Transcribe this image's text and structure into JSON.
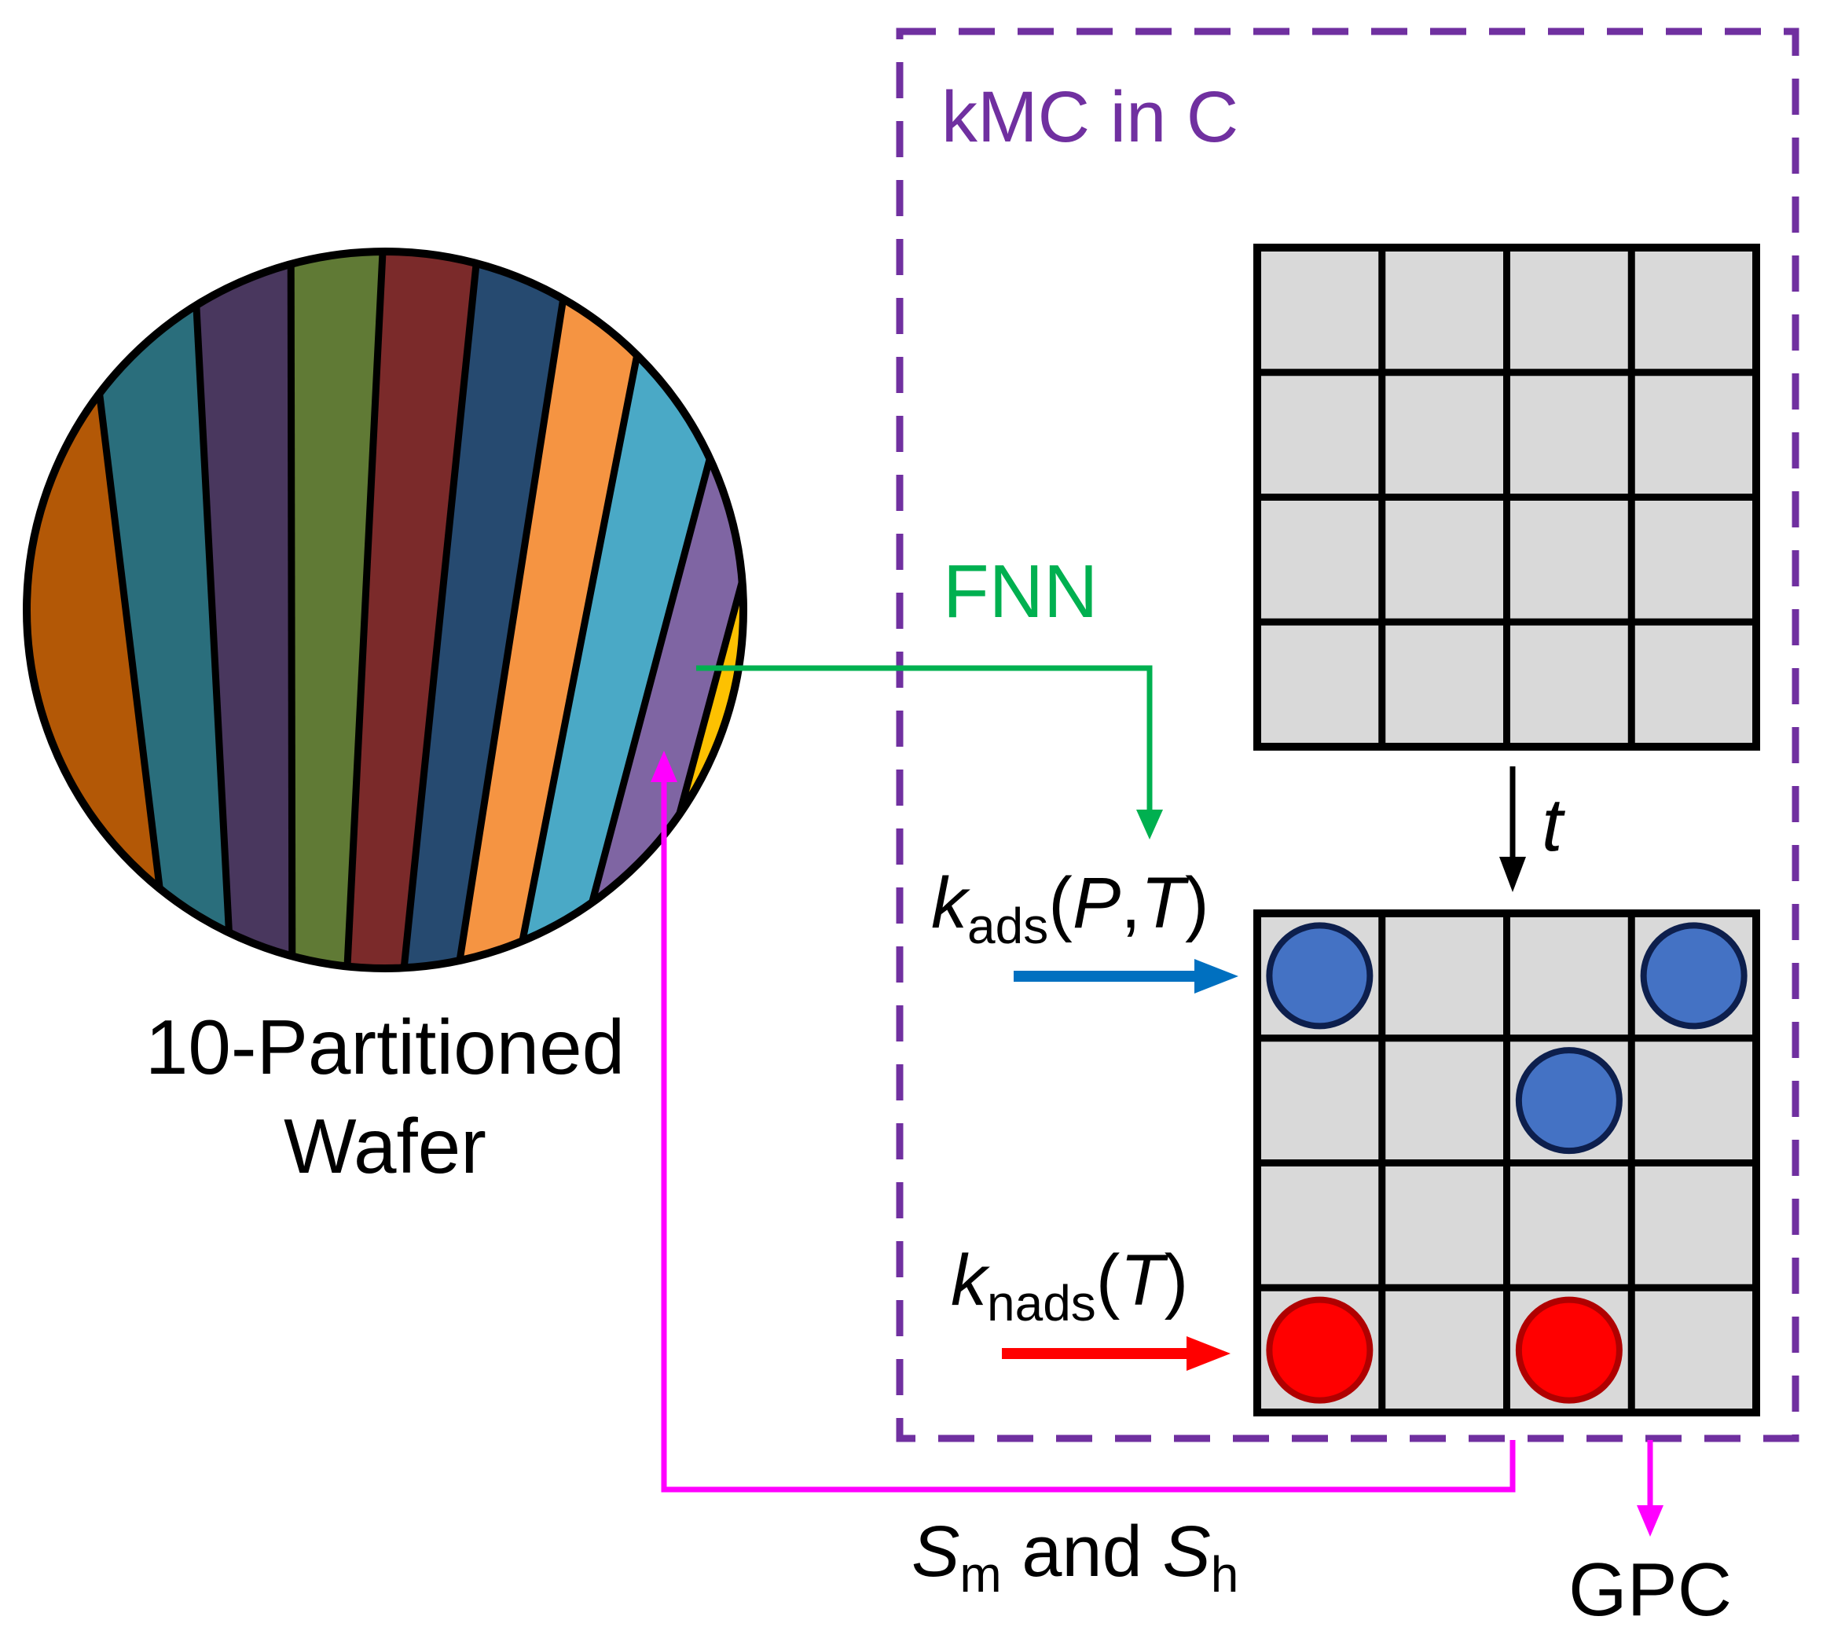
{
  "box_title": "kMC in C",
  "wafer_label_line1": "10-Partitioned",
  "wafer_label_line2": "Wafer",
  "fnn_label": "FNN",
  "time_label": "t",
  "kads": {
    "k": "k",
    "sub": "ads",
    "open": "(",
    "p": "P",
    "comma": ",",
    "t": "T",
    "close": ")"
  },
  "knads": {
    "k": "k",
    "sub": "nads",
    "open": "(",
    "t": "T",
    "close": ")"
  },
  "feedback": {
    "s1": "S",
    "sub1": "m",
    "mid": " and ",
    "s2": "S",
    "sub2": "h"
  },
  "gpc_label": "GPC",
  "wafer_partition_colors": [
    "#b35806",
    "#2a6e7c",
    "#49375e",
    "#607a35",
    "#7b2a2a",
    "#264a70",
    "#f59442",
    "#4aa9c6",
    "#7f65a3",
    "#fdc101"
  ],
  "lattice": {
    "rows": 4,
    "cols": 4,
    "cell_color": "#d9d9d9"
  },
  "adsorbed_sites": [
    {
      "row": 0,
      "col": 0,
      "type": "ads"
    },
    {
      "row": 0,
      "col": 3,
      "type": "ads"
    },
    {
      "row": 1,
      "col": 2,
      "type": "ads"
    },
    {
      "row": 3,
      "col": 0,
      "type": "nads"
    },
    {
      "row": 3,
      "col": 2,
      "type": "nads"
    }
  ],
  "colors": {
    "box": "#7030a0",
    "fnn": "#00b050",
    "ads_arrow": "#0070c0",
    "nads_arrow": "#ff0000",
    "feedback": "#ff00ff",
    "ads_particle": "#4472c4",
    "nads_particle": "#ff0000"
  }
}
